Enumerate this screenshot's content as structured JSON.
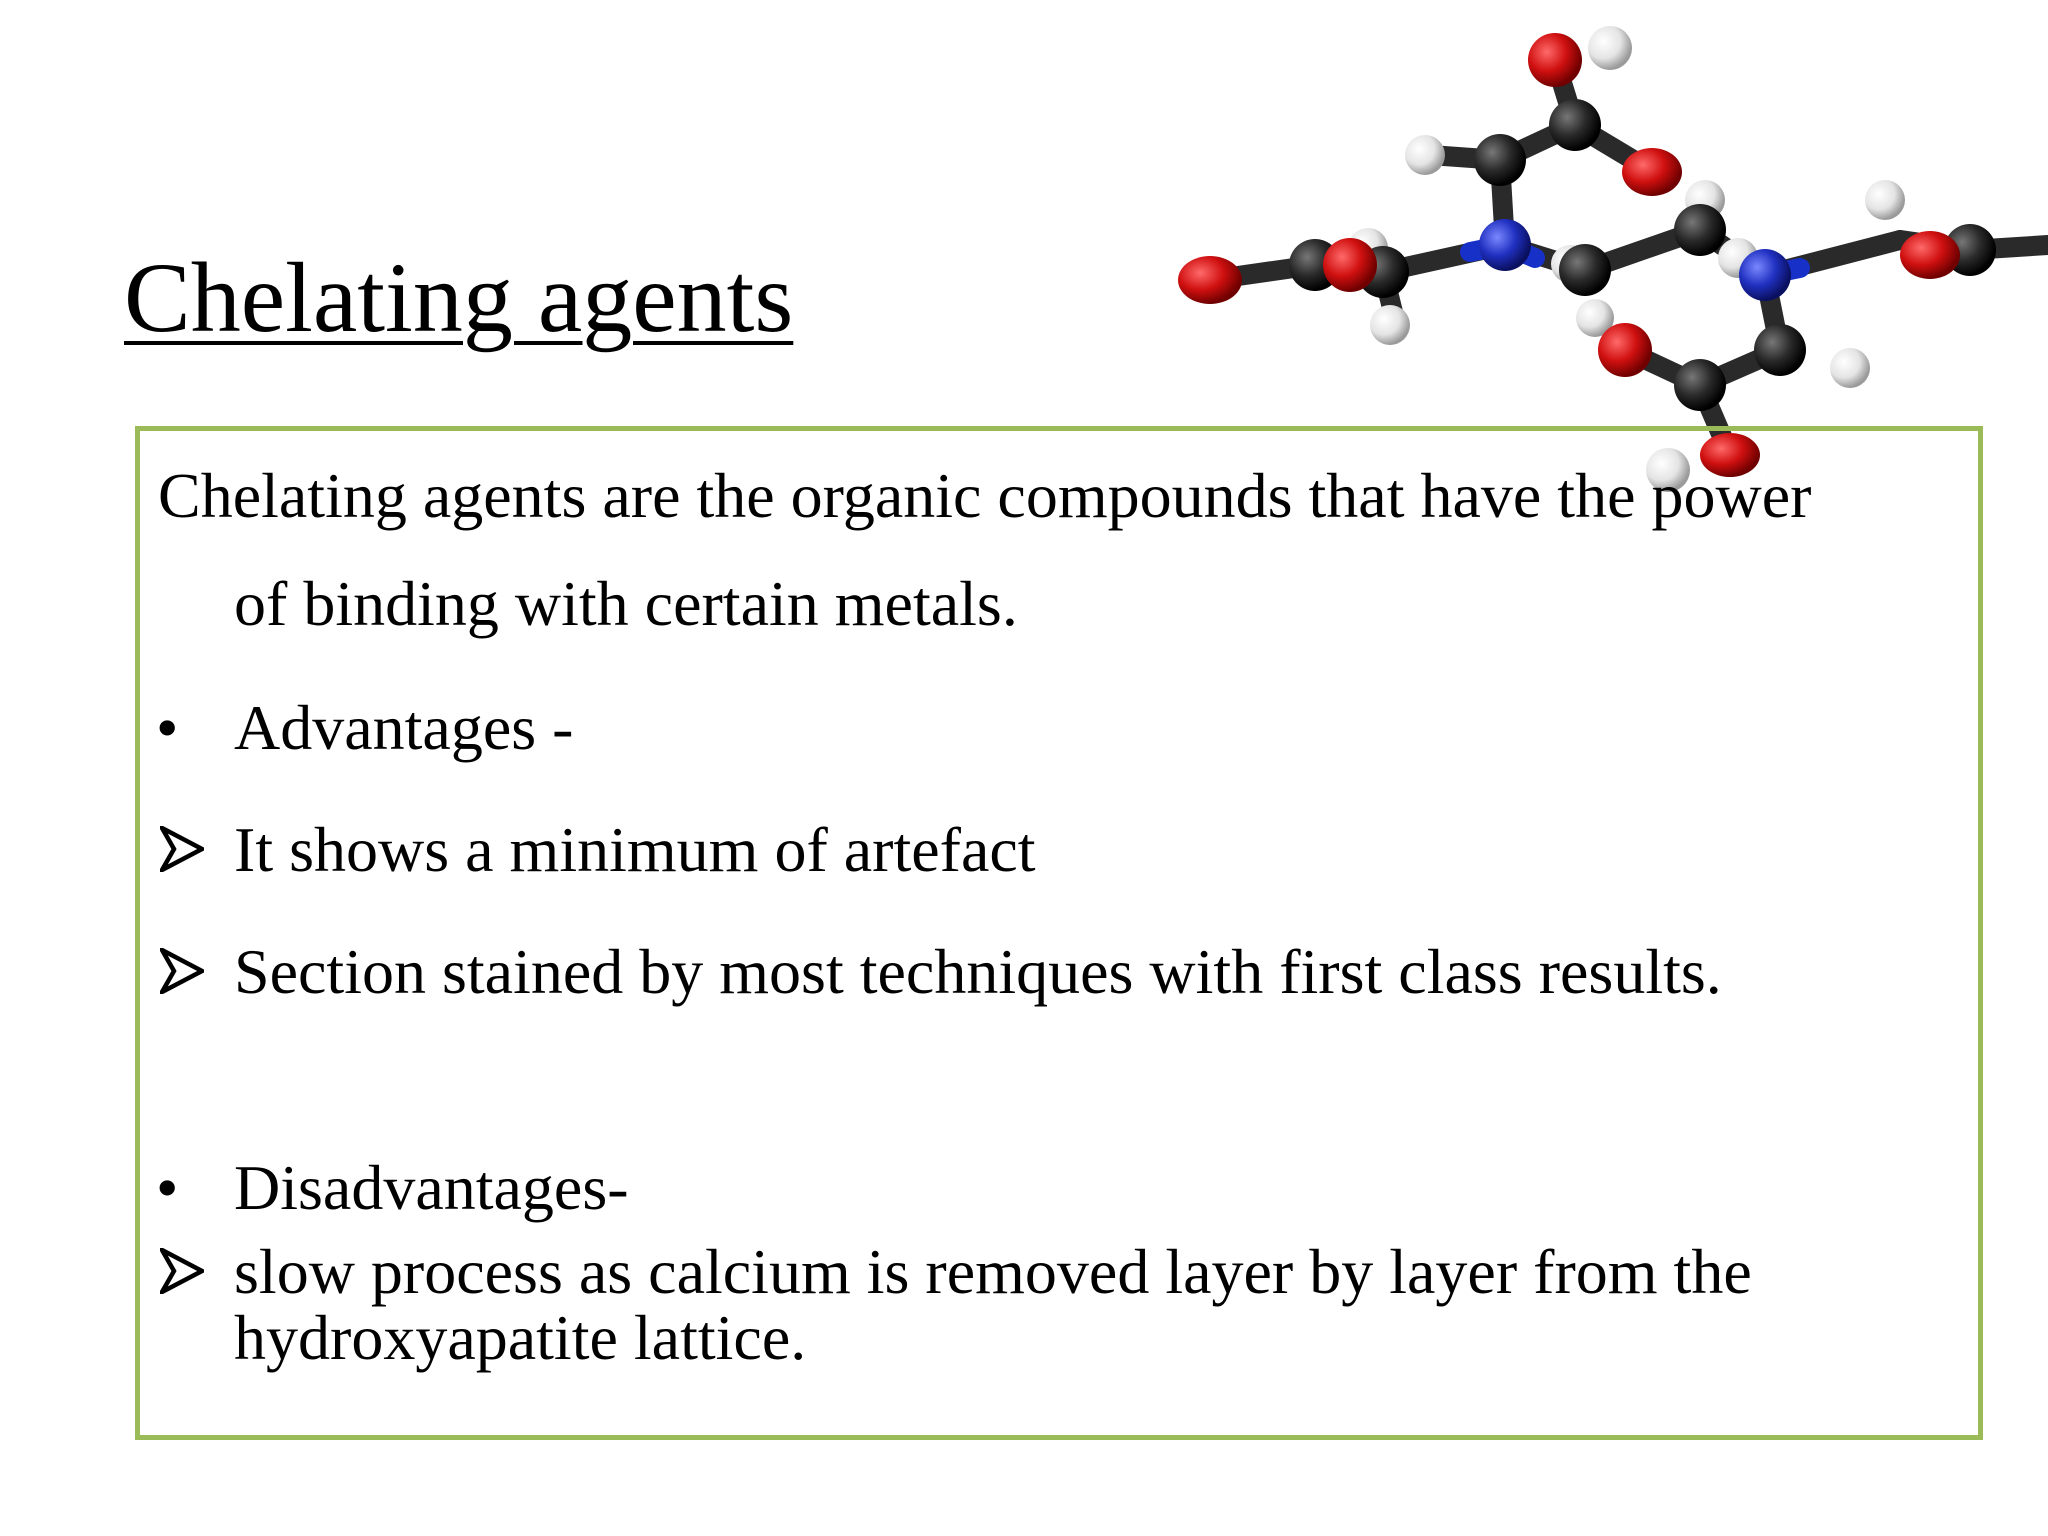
{
  "slide": {
    "title": "Chelating agents",
    "definition_line1": "Chelating agents are the organic compounds that have the power",
    "definition_line2": "of binding with certain metals.",
    "advantages": {
      "heading": "Advantages -",
      "items": [
        "It shows a minimum of artefact",
        "Section stained by most techniques with first class results."
      ]
    },
    "disadvantages": {
      "heading": "Disadvantages-",
      "items": [
        {
          "line1": "slow process as calcium is removed layer by layer from the",
          "line2": "hydroxyapatite lattice."
        }
      ]
    },
    "bullet_symbol": "•",
    "box_border_color": "#9bbb59",
    "molecule_colors": {
      "oxygen": "#d01010",
      "carbon": "#2a2a2a",
      "nitrogen": "#2030c0",
      "hydrogen": "#e8e8e8"
    }
  }
}
